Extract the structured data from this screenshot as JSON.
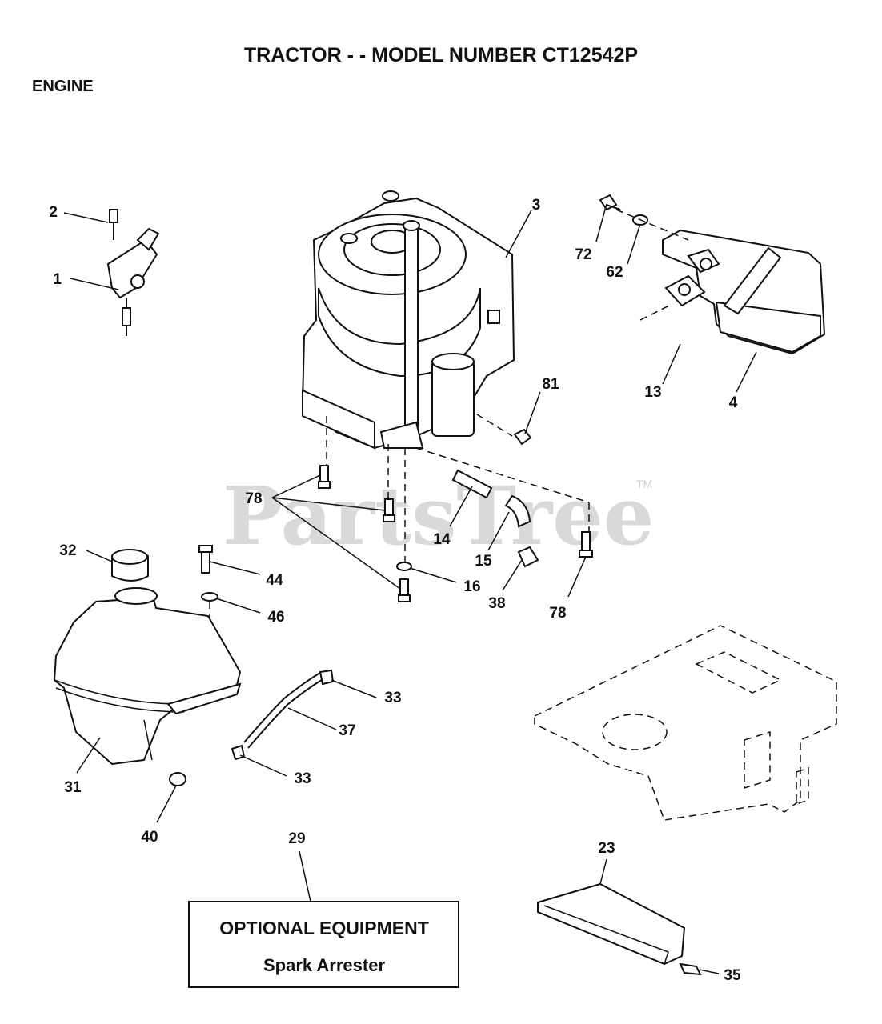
{
  "header": {
    "title": "TRACTOR - - MODEL NUMBER CT12542P",
    "section": "ENGINE"
  },
  "watermark": {
    "text": "PartsTree",
    "tm": "TM"
  },
  "callouts": [
    {
      "id": "c1",
      "label": "1"
    },
    {
      "id": "c2",
      "label": "2"
    },
    {
      "id": "c3",
      "label": "3"
    },
    {
      "id": "c4",
      "label": "4"
    },
    {
      "id": "c13",
      "label": "13"
    },
    {
      "id": "c14",
      "label": "14"
    },
    {
      "id": "c15",
      "label": "15"
    },
    {
      "id": "c16",
      "label": "16"
    },
    {
      "id": "c23",
      "label": "23"
    },
    {
      "id": "c29",
      "label": "29"
    },
    {
      "id": "c31",
      "label": "31"
    },
    {
      "id": "c32",
      "label": "32"
    },
    {
      "id": "c33a",
      "label": "33"
    },
    {
      "id": "c33b",
      "label": "33"
    },
    {
      "id": "c35",
      "label": "35"
    },
    {
      "id": "c37",
      "label": "37"
    },
    {
      "id": "c38",
      "label": "38"
    },
    {
      "id": "c40",
      "label": "40"
    },
    {
      "id": "c44",
      "label": "44"
    },
    {
      "id": "c46",
      "label": "46"
    },
    {
      "id": "c62",
      "label": "62"
    },
    {
      "id": "c72",
      "label": "72"
    },
    {
      "id": "c78a",
      "label": "78"
    },
    {
      "id": "c78b",
      "label": "78"
    },
    {
      "id": "c81",
      "label": "81"
    }
  ],
  "optional_box": {
    "heading": "OPTIONAL EQUIPMENT",
    "item": "Spark Arrester"
  }
}
